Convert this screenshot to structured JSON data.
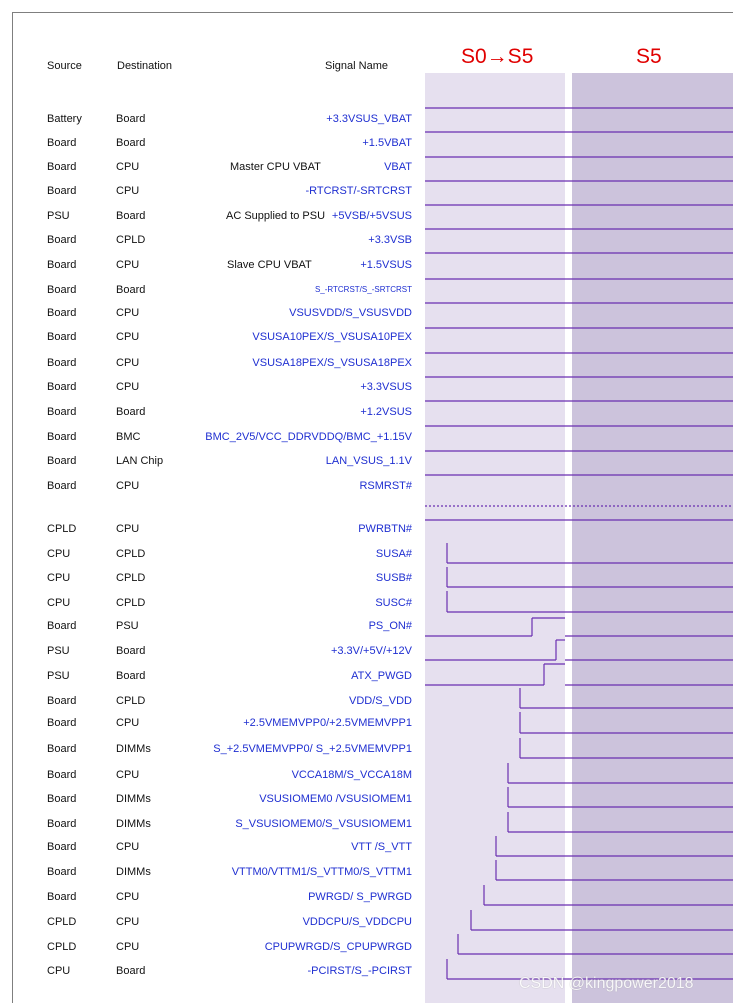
{
  "headers": {
    "source": "Source",
    "destination": "Destination",
    "signal": "Signal Name"
  },
  "phases": {
    "s0_s5": "S0→S5",
    "s5": "S5"
  },
  "watermark": "CSDN @kingpower2018",
  "colors": {
    "phase_text": "#e00000",
    "signal_text": "#1f2fd1",
    "wave": "#6a2fb0",
    "band_s0_s5": "#e6e0ef",
    "band_s5": "#ccc3dc"
  },
  "rows": [
    {
      "src": "Battery",
      "dst": "Board",
      "note": "",
      "sig": "+3.3VSUS_VBAT"
    },
    {
      "src": "Board",
      "dst": "Board",
      "note": "",
      "sig": "+1.5VBAT"
    },
    {
      "src": "Board",
      "dst": "CPU",
      "note": "Master CPU VBAT",
      "sig": "VBAT"
    },
    {
      "src": "Board",
      "dst": "CPU",
      "note": "",
      "sig": "-RTCRST/-SRTCRST"
    },
    {
      "src": "PSU",
      "dst": "Board",
      "note": "AC Supplied to PSU",
      "sig": "+5VSB/+5VSUS"
    },
    {
      "src": "Board",
      "dst": "CPLD",
      "note": "",
      "sig": "+3.3VSB"
    },
    {
      "src": "Board",
      "dst": "CPU",
      "note": "Slave CPU VBAT",
      "sig": "+1.5VSUS"
    },
    {
      "src": "Board",
      "dst": "Board",
      "note": "",
      "sig": "S_-RTCRST/S_-SRTCRST"
    },
    {
      "src": "Board",
      "dst": "CPU",
      "note": "",
      "sig": "VSUSVDD/S_VSUSVDD"
    },
    {
      "src": "Board",
      "dst": "CPU",
      "note": "",
      "sig": "VSUSA10PEX/S_VSUSA10PEX"
    },
    {
      "src": "Board",
      "dst": "CPU",
      "note": "",
      "sig": "VSUSA18PEX/S_VSUSA18PEX"
    },
    {
      "src": "Board",
      "dst": "CPU",
      "note": "",
      "sig": "+3.3VSUS"
    },
    {
      "src": "Board",
      "dst": "Board",
      "note": "",
      "sig": "+1.2VSUS"
    },
    {
      "src": "Board",
      "dst": "BMC",
      "note": "",
      "sig": "BMC_2V5/VCC_DDRVDDQ/BMC_+1.15V"
    },
    {
      "src": "Board",
      "dst": "LAN Chip",
      "note": "",
      "sig": "LAN_VSUS_1.1V"
    },
    {
      "src": "Board",
      "dst": "CPU",
      "note": "",
      "sig": "RSMRST#"
    },
    {
      "src": "CPLD",
      "dst": "CPU",
      "note": "",
      "sig": "PWRBTN#"
    },
    {
      "src": "CPU",
      "dst": "CPLD",
      "note": "",
      "sig": "SUSA#"
    },
    {
      "src": "CPU",
      "dst": "CPLD",
      "note": "",
      "sig": "SUSB#"
    },
    {
      "src": "CPU",
      "dst": "CPLD",
      "note": "",
      "sig": "SUSC#"
    },
    {
      "src": "Board",
      "dst": "PSU",
      "note": "",
      "sig": "PS_ON#"
    },
    {
      "src": "PSU",
      "dst": "Board",
      "note": "",
      "sig": "+3.3V/+5V/+12V"
    },
    {
      "src": "PSU",
      "dst": "Board",
      "note": "",
      "sig": "ATX_PWGD"
    },
    {
      "src": "Board",
      "dst": "CPLD",
      "note": "",
      "sig": "VDD/S_VDD"
    },
    {
      "src": "Board",
      "dst": "CPU",
      "note": "",
      "sig": "+2.5VMEMVPP0/+2.5VMEMVPP1"
    },
    {
      "src": "Board",
      "dst": "DIMMs",
      "note": "",
      "sig": "S_+2.5VMEMVPP0/ S_+2.5VMEMVPP1"
    },
    {
      "src": "Board",
      "dst": "CPU",
      "note": "",
      "sig": "VCCA18M/S_VCCA18M"
    },
    {
      "src": "Board",
      "dst": "DIMMs",
      "note": "",
      "sig": "VSUSIOMEM0 /VSUSIOMEM1"
    },
    {
      "src": "Board",
      "dst": "DIMMs",
      "note": "",
      "sig": "S_VSUSIOMEM0/S_VSUSIOMEM1"
    },
    {
      "src": "Board",
      "dst": "CPU",
      "note": "",
      "sig": "VTT /S_VTT"
    },
    {
      "src": "Board",
      "dst": "DIMMs",
      "note": "",
      "sig": "VTTM0/VTTM1/S_VTTM0/S_VTTM1"
    },
    {
      "src": "Board",
      "dst": "CPU",
      "note": "",
      "sig": "PWRGD/ S_PWRGD"
    },
    {
      "src": "CPLD",
      "dst": "CPU",
      "note": "",
      "sig": "VDDCPU/S_VDDCPU"
    },
    {
      "src": "CPLD",
      "dst": "CPU",
      "note": "",
      "sig": "CPUPWRGD/S_CPUPWRGD"
    },
    {
      "src": "CPU",
      "dst": "Board",
      "note": "",
      "sig": "-PCIRST/S_-PCIRST"
    }
  ]
}
